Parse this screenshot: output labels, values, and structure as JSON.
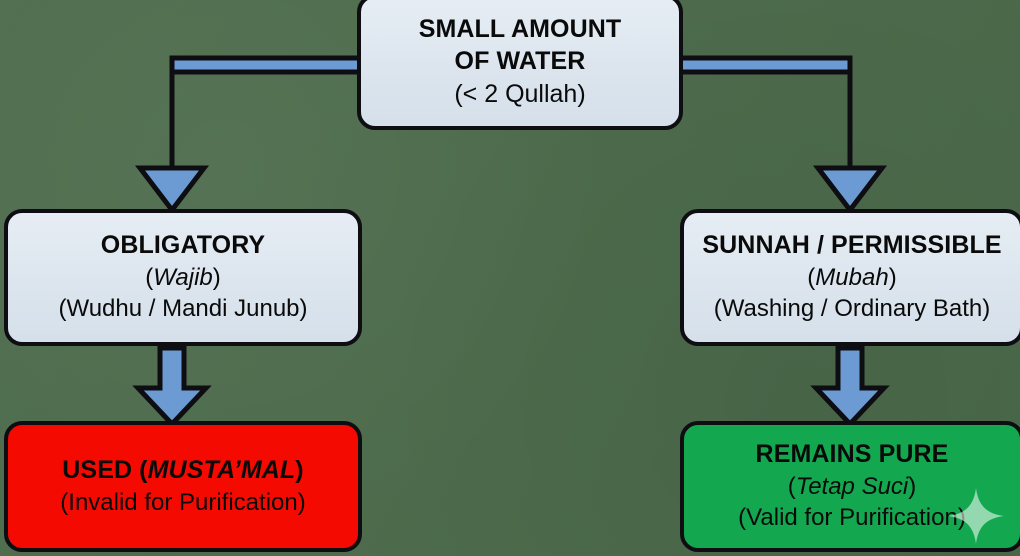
{
  "diagram": {
    "title": "Small Amount of Water Flowchart",
    "background_color": "#4d6c4c",
    "connector_color": "#6b9bd2",
    "connector_outline_color": "#0d0d12"
  },
  "nodes": {
    "root": {
      "heading_line1": "SMALL AMOUNT",
      "heading_line2": "OF WATER",
      "subtitle": "(< 2 Qullah)",
      "fill": "#dfe8f1"
    },
    "obligatory": {
      "heading": "OBLIGATORY",
      "italic_term_open": "(",
      "italic_term": "Wajib",
      "italic_term_close": ")",
      "detail": "(Wudhu / Mandi Junub)",
      "fill": "#dfe8f1"
    },
    "sunnah": {
      "heading": "SUNNAH / PERMISSIBLE",
      "italic_term_open": "(",
      "italic_term": "Mubah",
      "italic_term_close": ")",
      "detail": "(Washing / Ordinary Bath)",
      "fill": "#dfe8f1"
    },
    "used": {
      "heading_prefix": "USED (",
      "heading_italic": "MUSTA’MAL",
      "heading_suffix": ")",
      "detail": "(Invalid for Purification)",
      "fill": "#f40a00"
    },
    "pure": {
      "heading": "REMAINS PURE",
      "italic_term_open": "(",
      "italic_term": "Tetap Suci",
      "italic_term_close": ")",
      "detail": "(Valid for Purification)",
      "fill": "#13a84f"
    }
  },
  "connectors": [
    {
      "name": "root-to-obligatory",
      "style": "elbow-down-arrow",
      "from": "root",
      "to": "obligatory"
    },
    {
      "name": "root-to-sunnah",
      "style": "elbow-down-arrow",
      "from": "root",
      "to": "sunnah"
    },
    {
      "name": "obligatory-to-used",
      "style": "straight-down-arrow",
      "from": "obligatory",
      "to": "used"
    },
    {
      "name": "sunnah-to-pure",
      "style": "straight-down-arrow",
      "from": "sunnah",
      "to": "pure"
    }
  ],
  "watermark": {
    "icon": "sparkle-icon",
    "color": "#ffffff",
    "opacity": 0.55
  }
}
